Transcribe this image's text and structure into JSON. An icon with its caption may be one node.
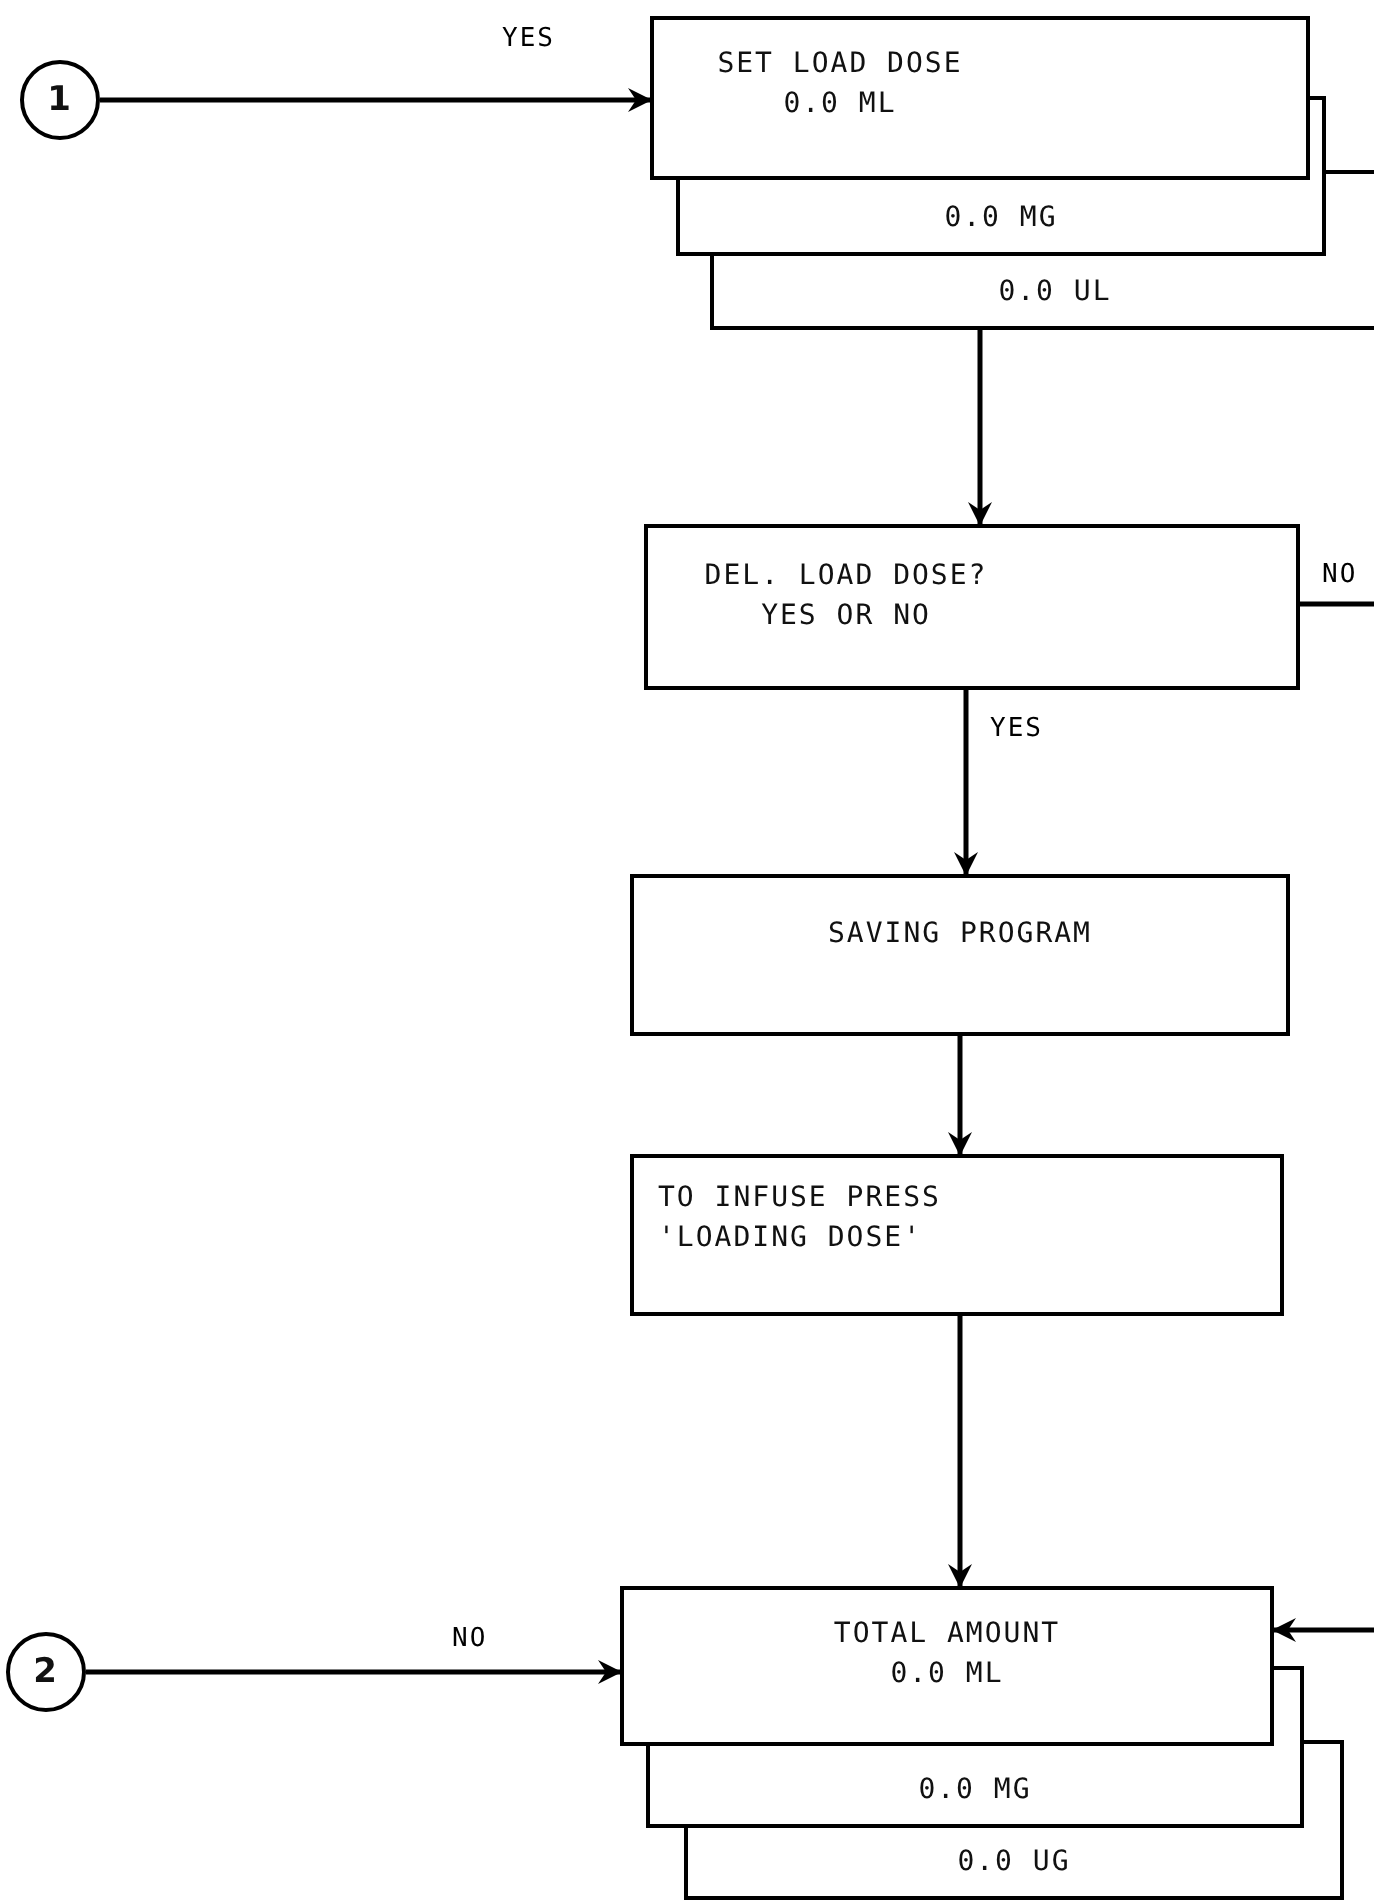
{
  "diagram": {
    "nodes": [
      {
        "text": [
          "1"
        ]
      },
      {
        "text": [
          "SET LOAD DOSE",
          "0.0 ML"
        ]
      },
      {
        "text": [
          "0.0 MG"
        ]
      },
      {
        "text": [
          "0.0 UL"
        ]
      },
      {
        "text": [
          "DEL. LOAD DOSE? YES OR NO"
        ]
      },
      {
        "text": [
          "SAVING PROGRAM"
        ]
      },
      {
        "text": [
          "TO INFUSE PRESS 'LOADING DOSE'"
        ]
      },
      {
        "text": [
          "2"
        ]
      },
      {
        "text": [
          "TOTAL AMOUNT",
          "0.0 ML"
        ]
      },
      {
        "text": [
          "0.0 MG"
        ]
      },
      {
        "text": [
          "0.0 UG"
        ]
      }
    ],
    "edges": [
      {
        "from": 0,
        "to": 1,
        "arrow": "to",
        "label": "YES"
      },
      {
        "from": 3,
        "to": 4,
        "arrow": "to"
      },
      {
        "from": 4,
        "to": null,
        "arrow": "none",
        "label": "NO"
      },
      {
        "from": 4,
        "to": 5,
        "arrow": "to",
        "label": "YES"
      },
      {
        "from": 5,
        "to": 6,
        "arrow": "to"
      },
      {
        "from": 6,
        "to": 8,
        "arrow": "to"
      },
      {
        "from": 7,
        "to": 8,
        "arrow": "to",
        "label": "NO"
      },
      {
        "from": null,
        "to": 8,
        "arrow": "to"
      }
    ]
  }
}
